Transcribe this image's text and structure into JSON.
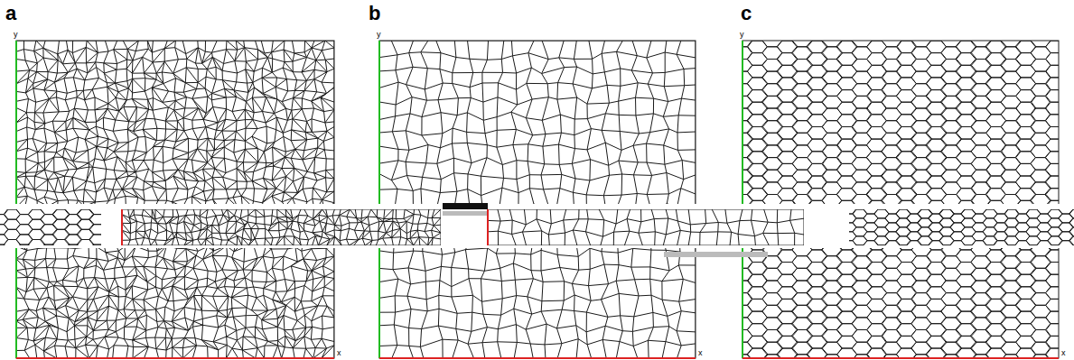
{
  "diagram": {
    "labels": [
      "a",
      "b",
      "c",
      "y",
      "y",
      "y",
      "x",
      "x",
      "x"
    ]
  }
}
